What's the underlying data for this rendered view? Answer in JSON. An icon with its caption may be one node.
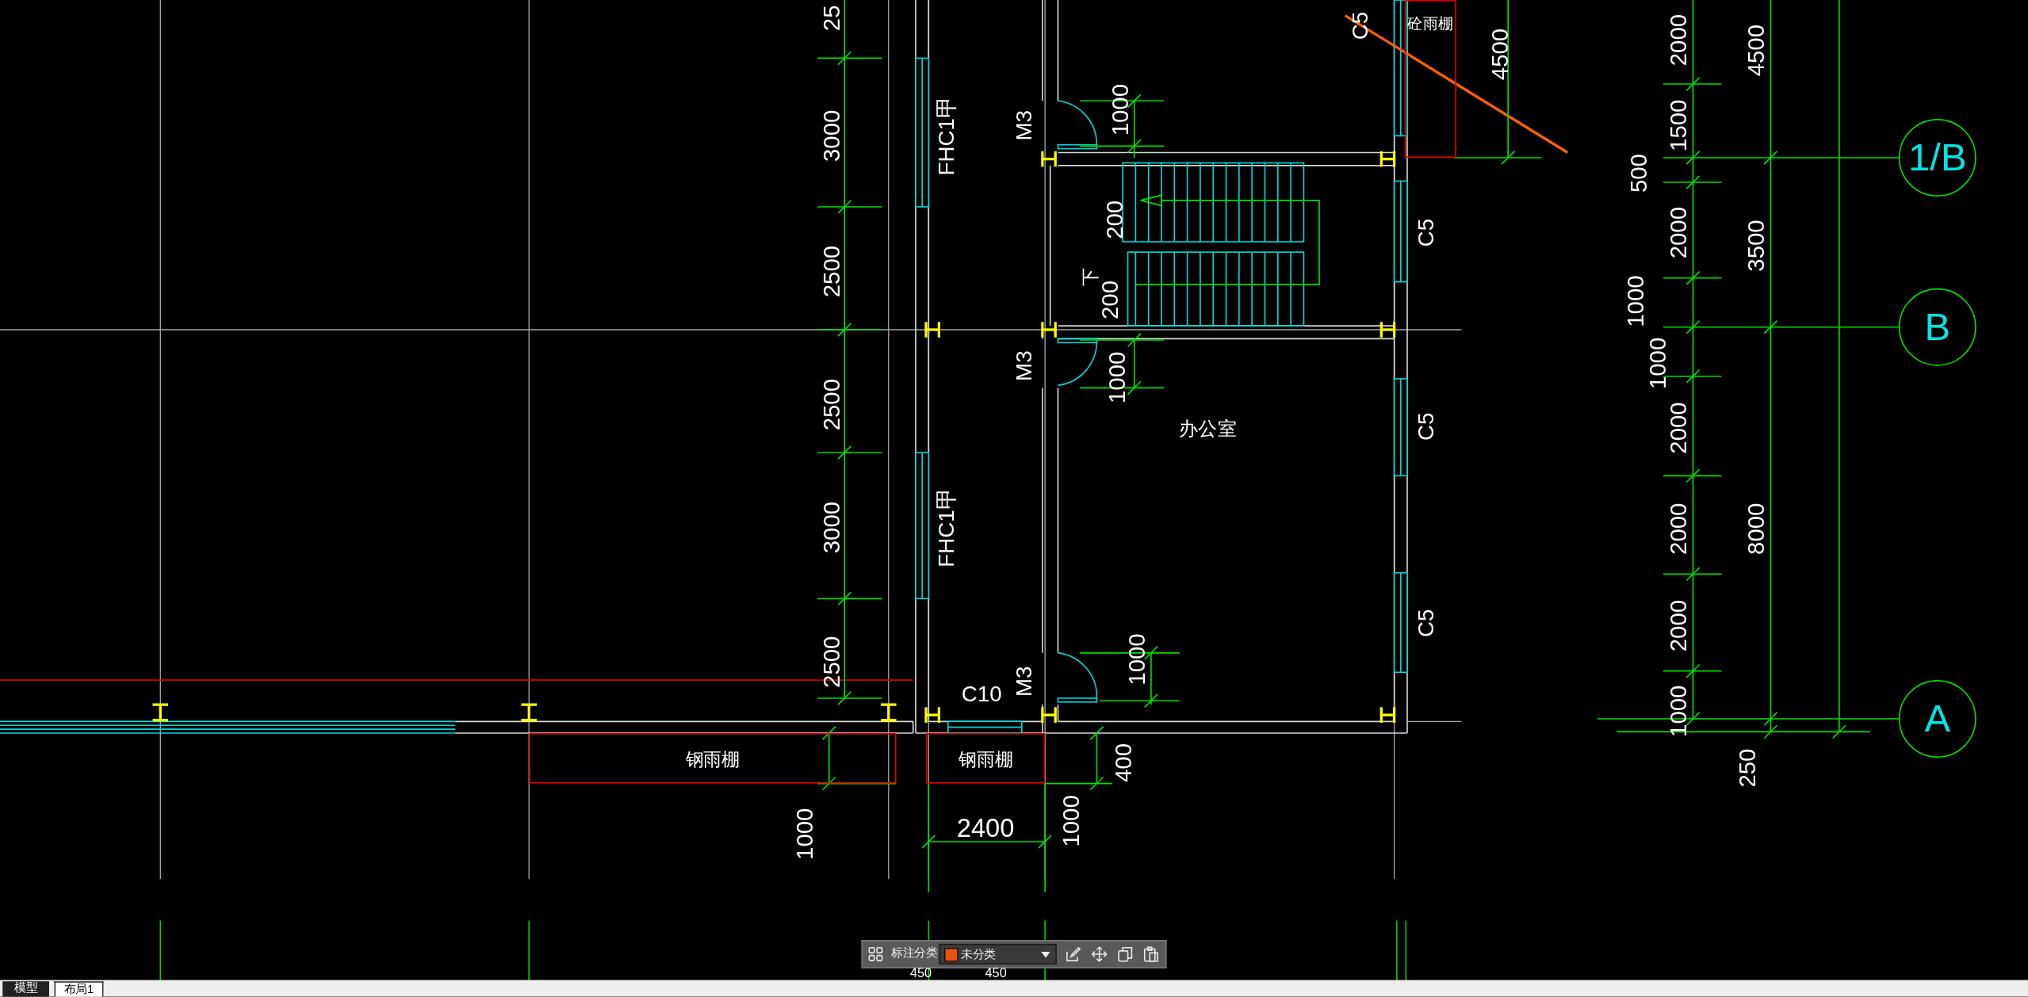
{
  "diagram": {
    "nodes": [
      {
        "text": [
          "砼雨棚"
        ]
      },
      {
        "text": [
          "钢雨棚"
        ]
      },
      {
        "text": [
          "钢雨棚"
        ]
      },
      {
        "text": [
          "1/B"
        ]
      },
      {
        "text": [
          "B"
        ]
      },
      {
        "text": [
          "A"
        ]
      }
    ],
    "labels": [
      "25",
      "C5",
      "4500",
      "2000",
      "4500",
      "3000",
      "FHC1甲",
      "M3",
      "1000",
      "1500",
      "500",
      "200",
      "C5",
      "2000",
      "3500",
      "2500",
      "下",
      "200",
      "1000",
      "1000",
      "M3",
      "1000",
      "2500",
      "办公室",
      "C5",
      "2000",
      "3000",
      "FHC1甲",
      "2000",
      "8000",
      "C5",
      "2000",
      "2500",
      "1000",
      "M3",
      "C10",
      "1000",
      "400",
      "250",
      "2400",
      "1000",
      "1000",
      "标注分类",
      "未分类",
      "450",
      "450",
      "模型",
      "布局1"
    ]
  }
}
